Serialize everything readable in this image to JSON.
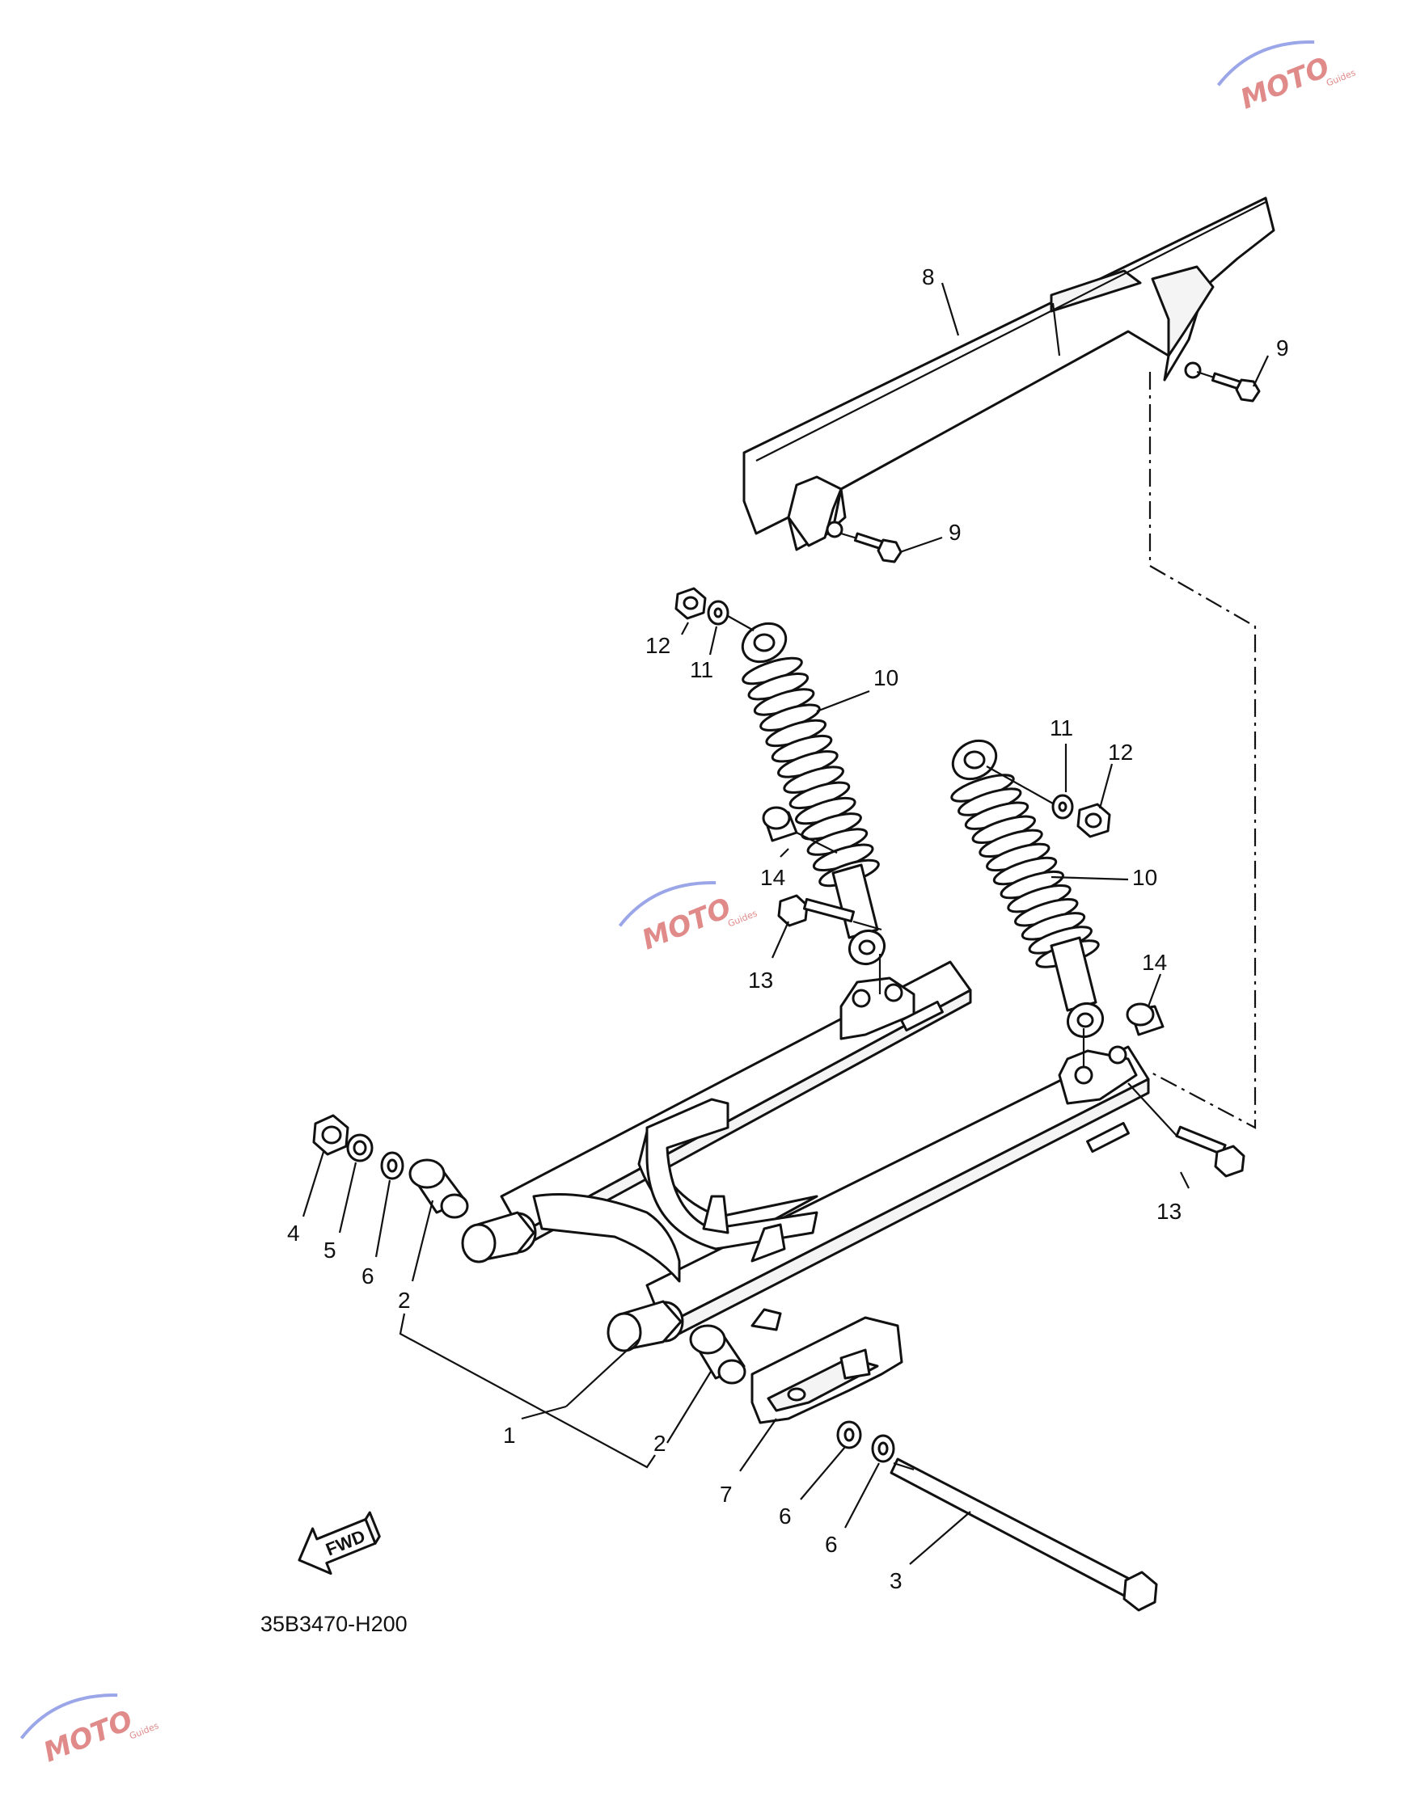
{
  "diagram": {
    "code": "35B3470-H200",
    "fwd_label": "FWD",
    "callouts": [
      "1",
      "2",
      "2",
      "3",
      "4",
      "5",
      "6",
      "6",
      "6",
      "7",
      "8",
      "9",
      "9",
      "10",
      "10",
      "11",
      "11",
      "12",
      "12",
      "13",
      "13",
      "14",
      "14"
    ]
  },
  "watermark": {
    "brand": "MOTO",
    "tagline": "Guides",
    "color": "#e08a8a"
  }
}
